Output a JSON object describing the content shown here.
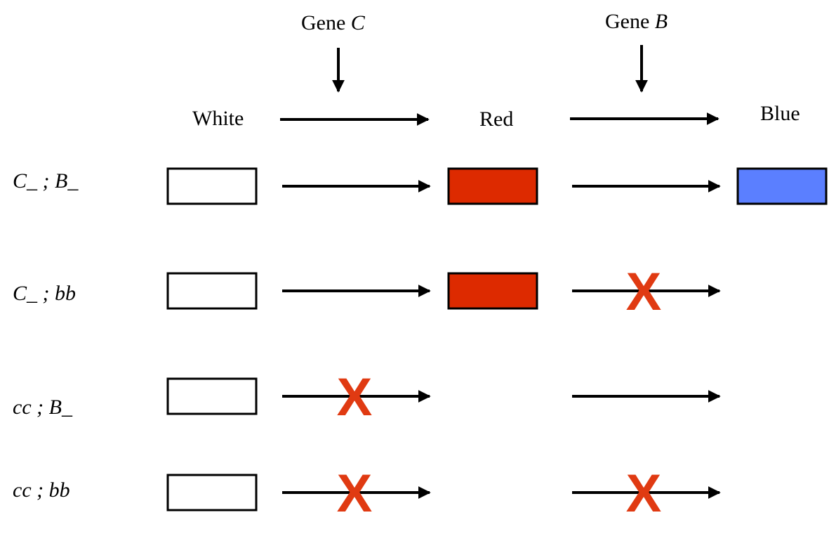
{
  "genes": [
    {
      "id": "gene-c",
      "prefix": "Gene",
      "symbol": "C"
    },
    {
      "id": "gene-b",
      "prefix": "Gene",
      "symbol": "B"
    }
  ],
  "stages": [
    "White",
    "Red",
    "Blue"
  ],
  "genotypes": [
    {
      "label": "C_ ; B_",
      "boxes": [
        "white",
        "red",
        "blue"
      ],
      "arrow1_blocked": false,
      "arrow2_blocked": false
    },
    {
      "label": "C_ ; bb",
      "boxes": [
        "white",
        "red",
        "none"
      ],
      "arrow1_blocked": false,
      "arrow2_blocked": true
    },
    {
      "label": "cc ; B_",
      "boxes": [
        "white",
        "none",
        "none"
      ],
      "arrow1_blocked": true,
      "arrow2_blocked": false
    },
    {
      "label": "cc ; bb",
      "boxes": [
        "white",
        "none",
        "none"
      ],
      "arrow1_blocked": true,
      "arrow2_blocked": true
    }
  ],
  "colors": {
    "white": "#ffffff",
    "red": "#dd2a00",
    "blue": "#5b7fff",
    "block": "#e03a12",
    "line": "#000000"
  },
  "block_mark": "X"
}
